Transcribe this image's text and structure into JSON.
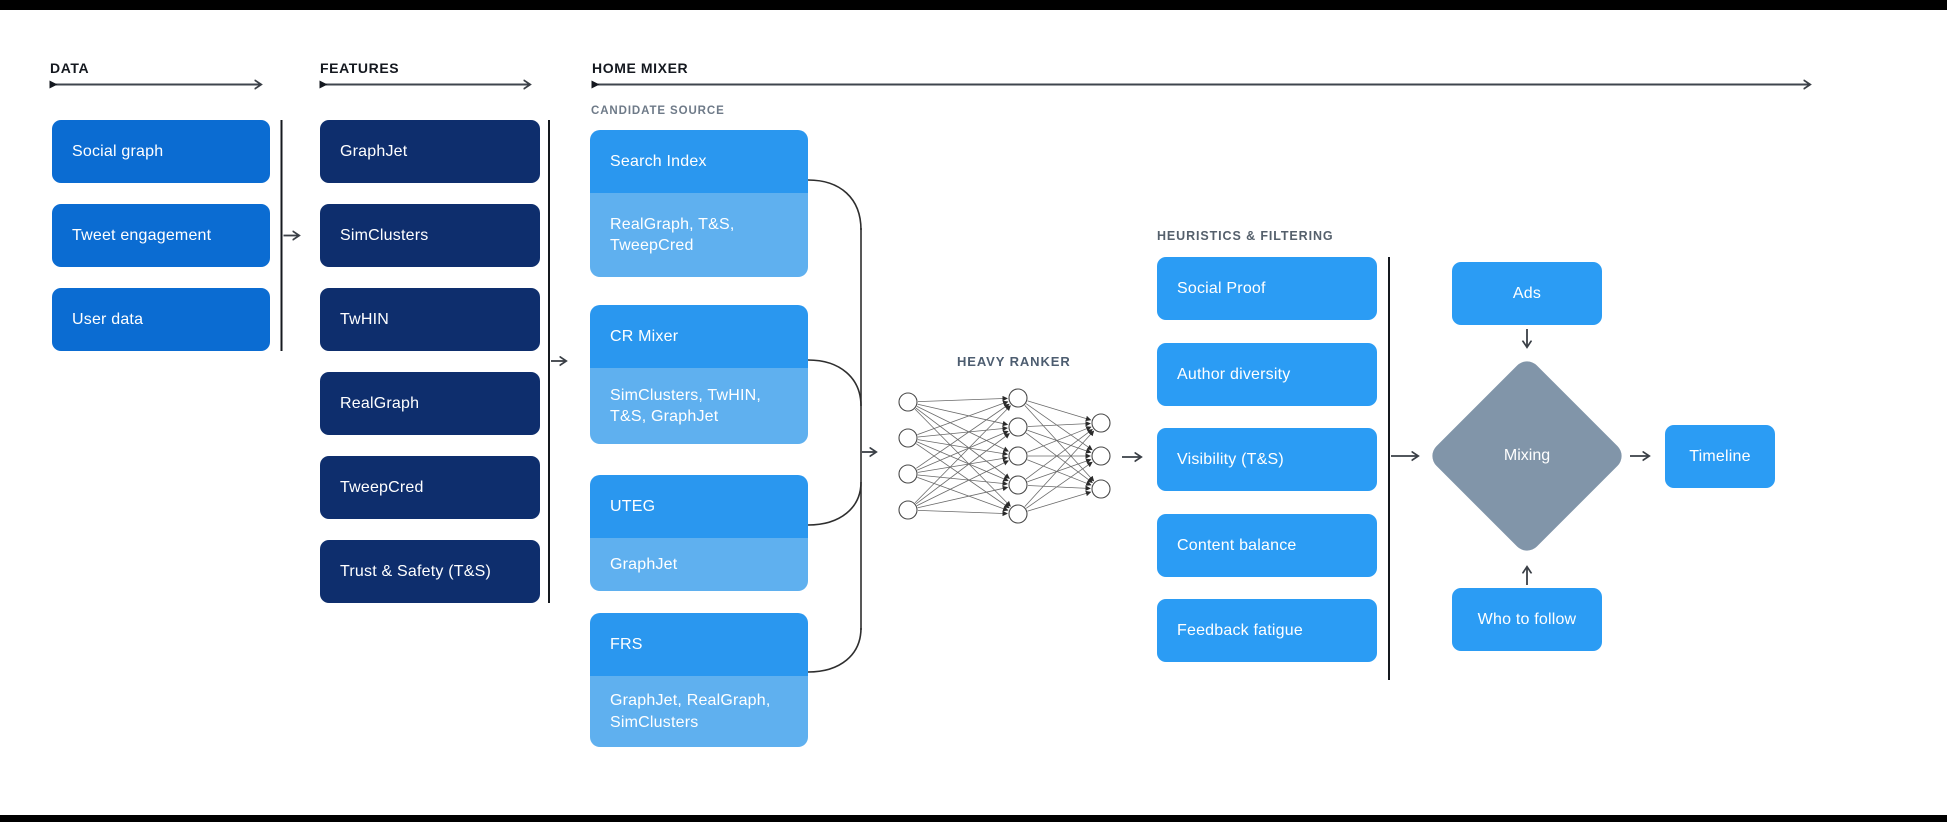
{
  "colors": {
    "bar": "#000000",
    "data_box": "#0b6cd2",
    "features_box": "#0e2e6d",
    "candidate_top": "#2a97ef",
    "candidate_bottom": "#5fb0ef",
    "action_box": "#2b9cf4",
    "diamond": "#8195a9"
  },
  "data_section": {
    "header": "DATA",
    "items": [
      {
        "label": "Social graph"
      },
      {
        "label": "Tweet engagement"
      },
      {
        "label": "User data"
      }
    ]
  },
  "features_section": {
    "header": "FEATURES",
    "items": [
      {
        "label": "GraphJet"
      },
      {
        "label": "SimClusters"
      },
      {
        "label": "TwHIN"
      },
      {
        "label": "RealGraph"
      },
      {
        "label": "TweepCred"
      },
      {
        "label": "Trust & Safety (T&S)"
      }
    ]
  },
  "home_mixer": {
    "header": "HOME MIXER",
    "candidate_source": {
      "label": "CANDIDATE SOURCE",
      "groups": [
        {
          "title": "Search Index",
          "sub": "RealGraph, T&S,\nTweepCred"
        },
        {
          "title": "CR Mixer",
          "sub": "SimClusters, TwHIN,\nT&S, GraphJet"
        },
        {
          "title": "UTEG",
          "sub": "GraphJet"
        },
        {
          "title": "FRS",
          "sub": "GraphJet, RealGraph,\nSimClusters"
        }
      ]
    },
    "heavy_ranker": {
      "label": "HEAVY RANKER",
      "network_layers": [
        4,
        5,
        3
      ]
    },
    "heuristics": {
      "label": "HEURISTICS & FILTERING",
      "items": [
        {
          "label": "Social Proof"
        },
        {
          "label": "Author diversity"
        },
        {
          "label": "Visibility (T&S)"
        },
        {
          "label": "Content balance"
        },
        {
          "label": "Feedback fatigue"
        }
      ]
    },
    "mixing": {
      "ads_label": "Ads",
      "diamond_label": "Mixing",
      "who_to_follow_label": "Who to follow",
      "timeline_label": "Timeline"
    }
  }
}
